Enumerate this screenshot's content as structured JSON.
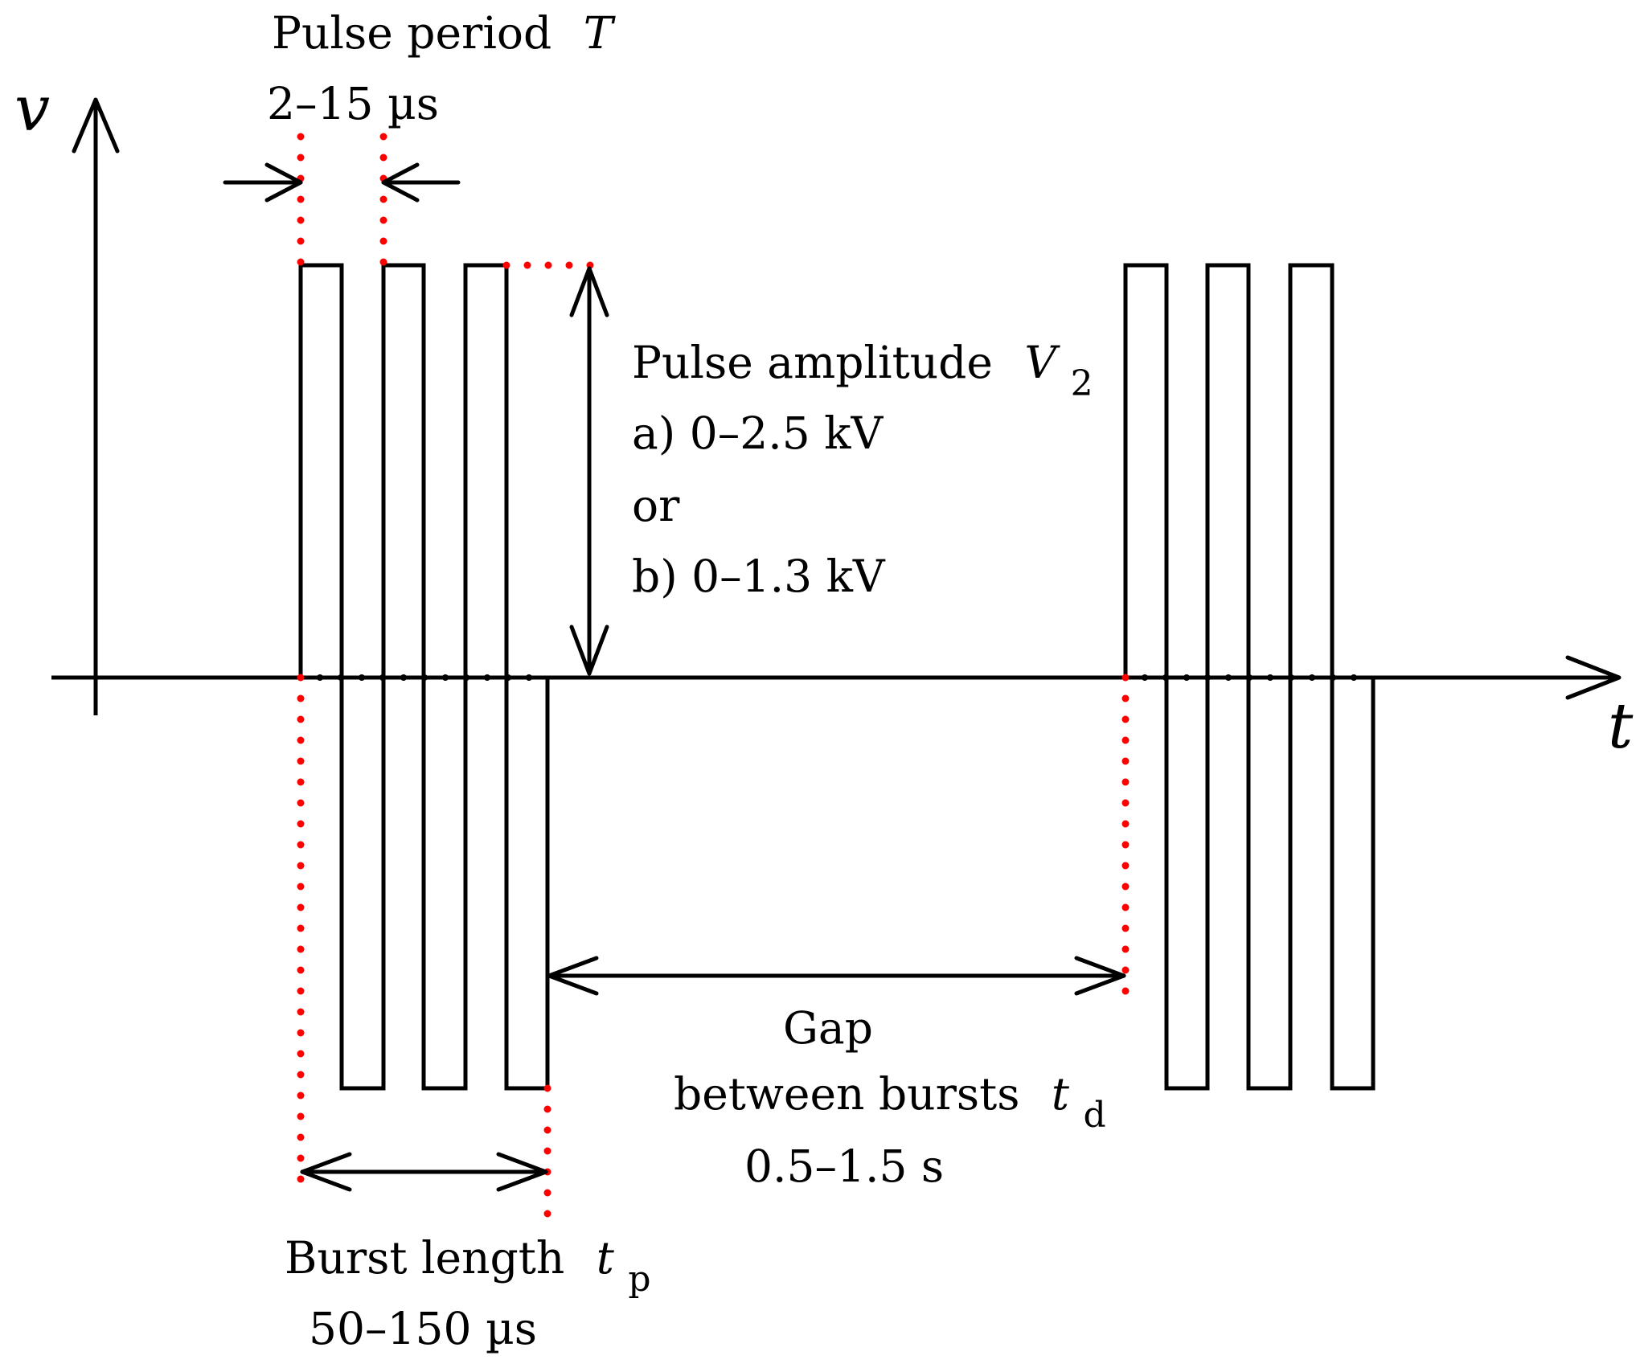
{
  "axes": {
    "y_label": "v",
    "x_label": "t"
  },
  "pulse_period": {
    "label": "Pulse period",
    "symbol": "T",
    "range": "2–15 µs"
  },
  "pulse_amplitude": {
    "label": "Pulse amplitude",
    "symbol": "V",
    "subscript": "2",
    "option_a": "a) 0–2.5 kV",
    "or": "or",
    "option_b": "b) 0–1.3 kV"
  },
  "gap": {
    "line1": "Gap",
    "line2": "between bursts",
    "symbol": "t",
    "subscript": "d",
    "range": "0.5–1.5 s"
  },
  "burst_length": {
    "label": "Burst length",
    "symbol": "t",
    "subscript": "p",
    "range": "50–150 µs"
  },
  "colors": {
    "waveform": "#000000",
    "guide_dots": "#ff0000",
    "baseline_dots": "#000000"
  }
}
